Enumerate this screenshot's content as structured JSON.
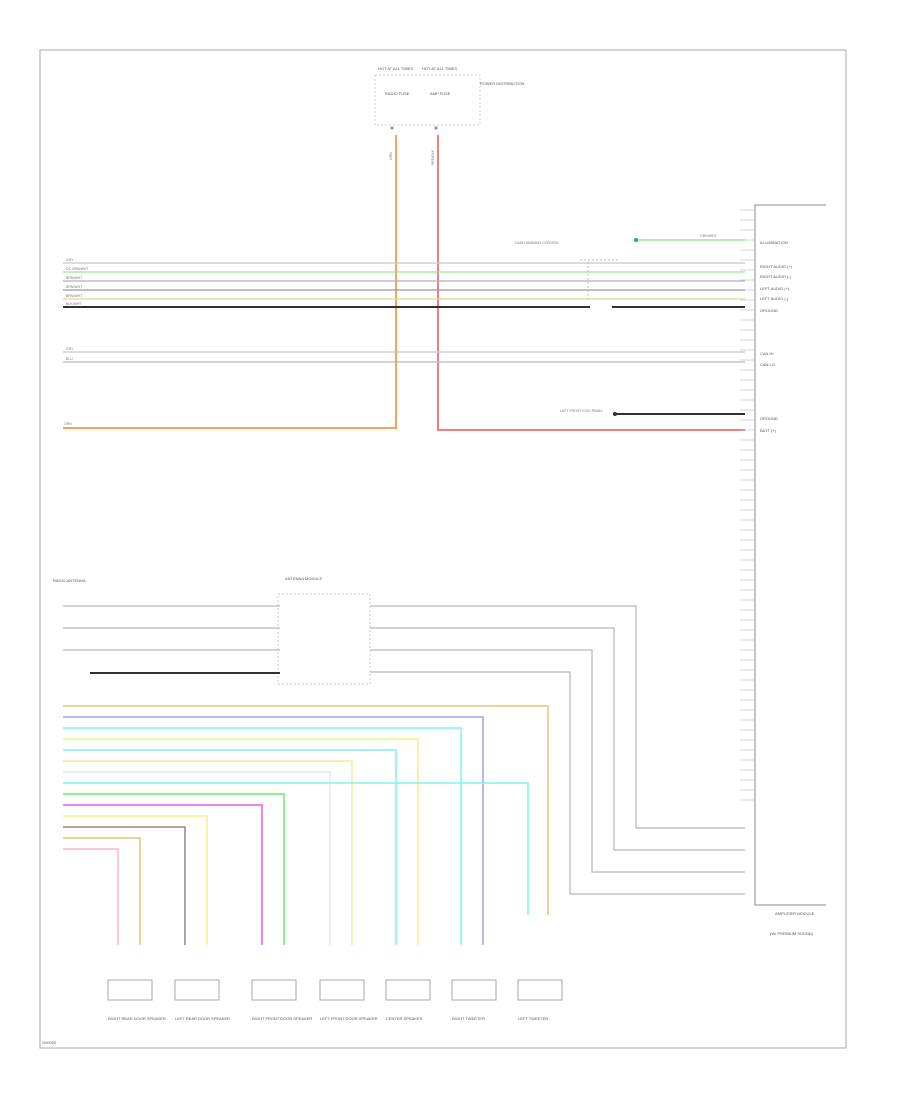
{
  "diagram": {
    "colors": {
      "frame": "#aaaaaa",
      "orange": "#f4a460",
      "pink_red": "#f08080",
      "green": "#90ee90",
      "gray": "#b0b0b0",
      "dark_gray": "#555555",
      "black": "#303030",
      "yellow": "#f0f08a",
      "cyan": "#80f0f0",
      "blue": "#a0a0f0",
      "magenta": "#ee82ee",
      "tan": "#e6c37a",
      "light_yellow": "#f5e6a0",
      "light_pink": "#ffb6c1"
    },
    "fuse_block": {
      "label_1": "HOT AT ALL TIMES",
      "label_2": "HOT AT ALL TIMES",
      "fuse_1": "RADIO FUSE",
      "fuse_2": "AMP FUSE"
    },
    "wire_labels": {
      "orange": "ORN",
      "pink": "RED/BLK",
      "green": "GRN/WHT",
      "gray": "GRY",
      "black": "BLK/WHT"
    },
    "connector_labels": {
      "lamp": "ILLUMINATION",
      "right_audio_pos": "RIGHT AUDIO (+)",
      "right_audio_neg": "RIGHT AUDIO (-)",
      "left_audio_pos": "LEFT AUDIO (+)",
      "left_audio_neg": "LEFT AUDIO (-)",
      "can_hi": "CAN HI",
      "can_lo": "CAN LO",
      "ground": "GROUND",
      "batt": "BATT (+)"
    },
    "module": {
      "label": "AMPLIFIER MODULE",
      "sub": "(W/ PREMIUM SOUND)"
    },
    "antenna": {
      "label": "RADIO ANTENNA",
      "module_label": "ANTENNA MODULE"
    },
    "speakers": [
      "RIGHT REAR DOOR SPEAKER",
      "LEFT REAR DOOR SPEAKER",
      "RIGHT FRONT DOOR SPEAKER",
      "LEFT FRONT DOOR SPEAKER",
      "CENTER SPEAKER",
      "RIGHT TWEETER",
      "LEFT TWEETER"
    ],
    "footer": "G00000"
  }
}
